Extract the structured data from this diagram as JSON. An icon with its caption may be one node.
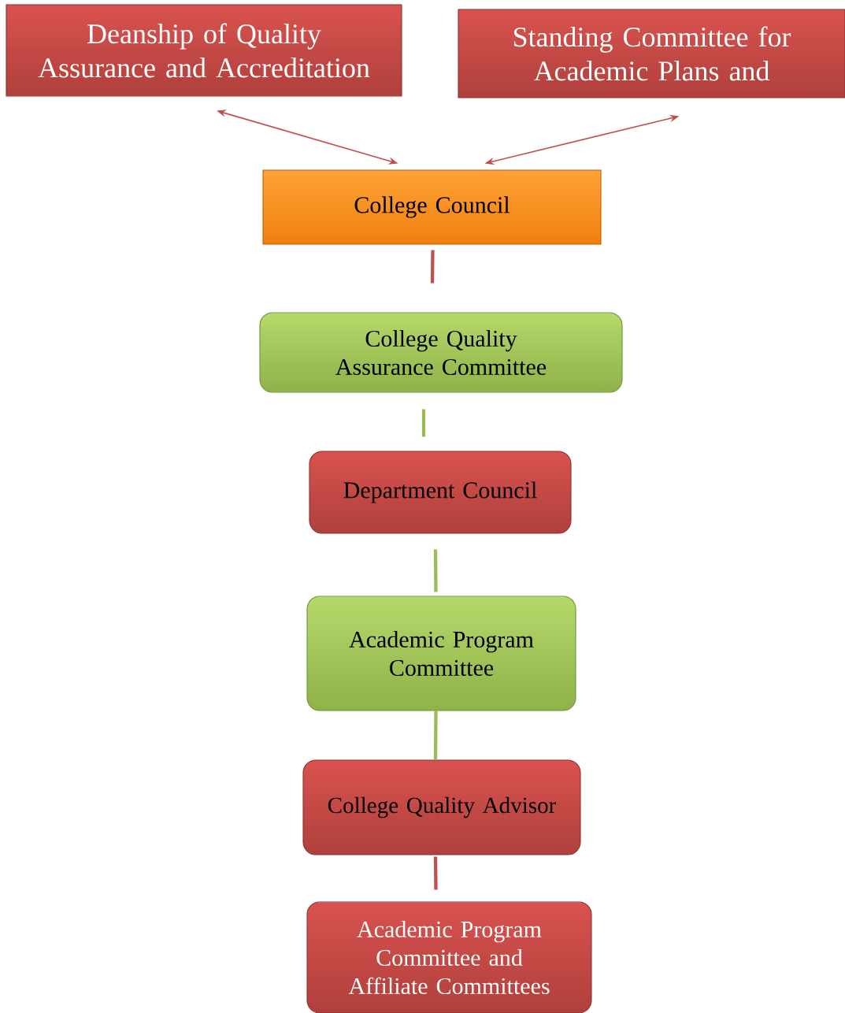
{
  "diagram": {
    "nodes": [
      {
        "text": [
          "Deanship of Quality Assurance and Accreditation"
        ]
      },
      {
        "text": [
          "Standing Committee for Academic Plans and"
        ]
      },
      {
        "text": [
          "College Council"
        ]
      },
      {
        "text": [
          "College Quality Assurance Committee"
        ]
      },
      {
        "text": [
          "Department Council"
        ]
      },
      {
        "text": [
          "Academic Program Committee"
        ]
      },
      {
        "text": [
          "College Quality Advisor"
        ]
      },
      {
        "text": [
          "Academic Program Committee and Affiliate Committees"
        ]
      }
    ],
    "edges": [
      {
        "from": 0,
        "to": 2,
        "arrow": "both"
      },
      {
        "from": 1,
        "to": 2,
        "arrow": "both"
      },
      {
        "from": 2,
        "to": 3,
        "arrow": "none"
      },
      {
        "from": 3,
        "to": 4,
        "arrow": "none",
        "color": "#9bbb59"
      },
      {
        "from": 4,
        "to": 5,
        "arrow": "none",
        "color": "#9bbb59"
      },
      {
        "from": 5,
        "to": 6,
        "arrow": "none",
        "color": "#9bbb59"
      },
      {
        "from": 6,
        "to": 7,
        "arrow": "none"
      }
    ]
  }
}
